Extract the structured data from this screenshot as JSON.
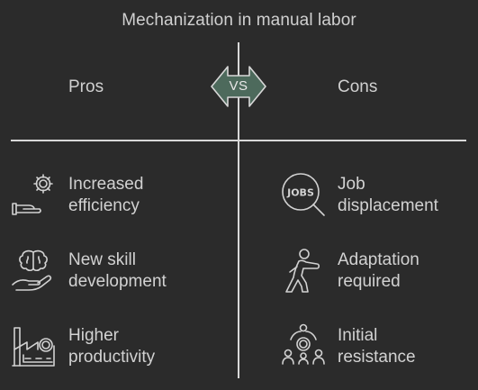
{
  "title": "Mechanization in manual labor",
  "pros": {
    "header": "Pros",
    "items": [
      {
        "line1": "Increased",
        "line2": "efficiency",
        "icon": "gear-hand-icon"
      },
      {
        "line1": "New skill",
        "line2": "development",
        "icon": "brain-hand-icon"
      },
      {
        "line1": "Higher",
        "line2": "productivity",
        "icon": "factory-icon"
      }
    ]
  },
  "cons": {
    "header": "Cons",
    "items": [
      {
        "line1": "Job",
        "line2": "displacement",
        "icon": "jobs-search-icon"
      },
      {
        "line1": "Adaptation",
        "line2": "required",
        "icon": "person-adapting-icon"
      },
      {
        "line1": "Initial",
        "line2": "resistance",
        "icon": "group-gear-icon"
      }
    ]
  },
  "vs_label": "VS",
  "jobs_icon_text": "JOBS",
  "colors": {
    "background": "#2b2b2b",
    "text": "#d2d2d2",
    "lines": "#d8d8d8",
    "vs_fill": "#4d6a5c"
  }
}
